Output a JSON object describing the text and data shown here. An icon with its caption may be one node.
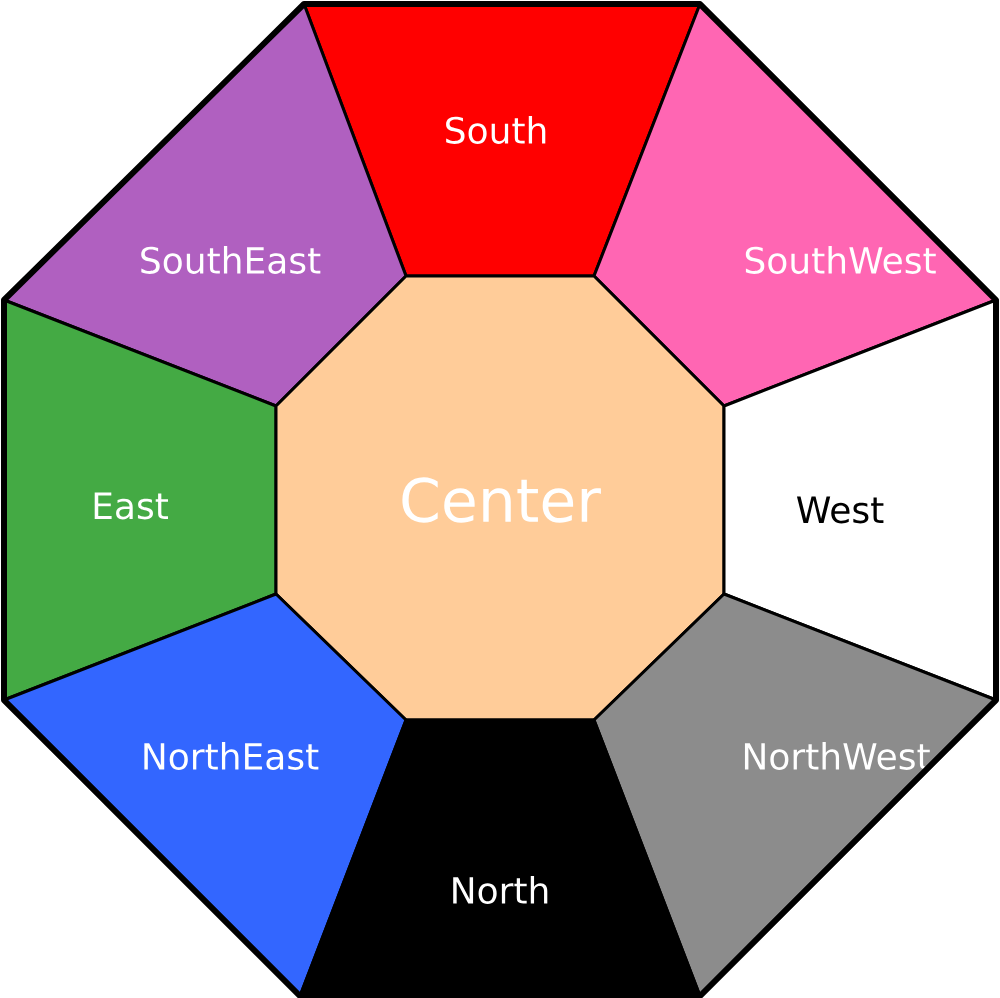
{
  "diagram": {
    "nodes": [
      {
        "text": [
          "South"
        ]
      },
      {
        "text": [
          "SouthEast"
        ]
      },
      {
        "text": [
          "SouthWest"
        ]
      },
      {
        "text": [
          "East"
        ]
      },
      {
        "text": [
          "Center"
        ]
      },
      {
        "text": [
          "West"
        ]
      },
      {
        "text": [
          "NorthEast"
        ]
      },
      {
        "text": [
          "NorthWest"
        ]
      },
      {
        "text": [
          "North"
        ]
      }
    ]
  }
}
